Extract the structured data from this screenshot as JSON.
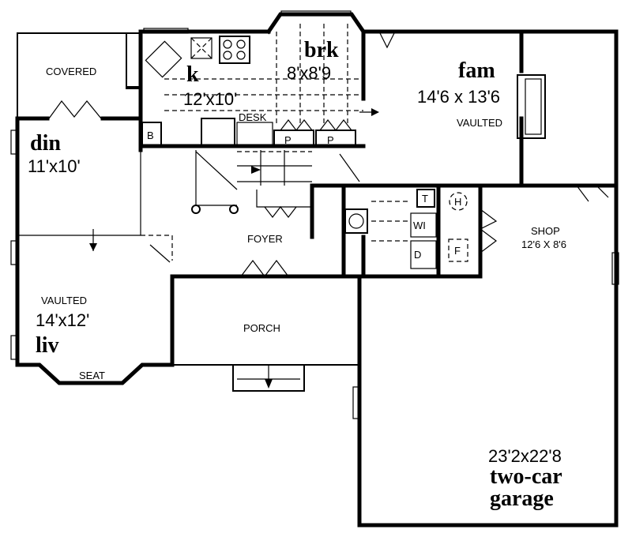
{
  "rooms": {
    "covered": {
      "label": "COVERED"
    },
    "dining": {
      "name": "din",
      "size": "11'x10'"
    },
    "kitchen": {
      "name": "k",
      "size": "12'x10'",
      "desk": "DESK",
      "b": "B"
    },
    "breakfast": {
      "name": "brk",
      "size": "8'x8'9",
      "pantry1": "P",
      "pantry2": "P"
    },
    "family": {
      "name": "fam",
      "size": "14'6 x 13'6",
      "note": "VAULTED"
    },
    "foyer": {
      "label": "FOYER"
    },
    "living": {
      "note": "VAULTED",
      "size": "14'x12'",
      "name": "liv",
      "seat": "SEAT"
    },
    "porch": {
      "label": "PORCH"
    },
    "utility": {
      "t": "T",
      "h": "H",
      "wi": "WI",
      "d": "D",
      "f": "F"
    },
    "shop": {
      "label": "SHOP",
      "size": "12'6 X 8'6"
    },
    "garage": {
      "size": "23'2x22'8",
      "name_line1": "two-car",
      "name_line2": "garage"
    }
  }
}
